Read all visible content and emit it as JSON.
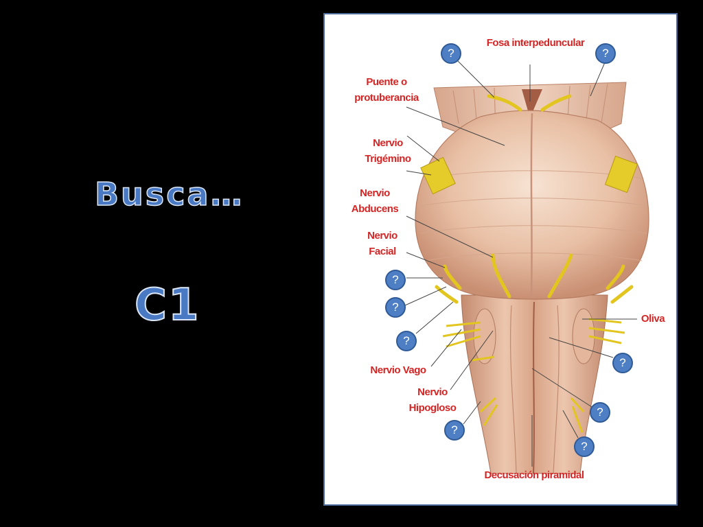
{
  "slide": {
    "heading": "Busca…",
    "code": "C1"
  },
  "diagram": {
    "labels": {
      "fosa": "Fosa interpeduncular",
      "puente": "Puente o\nprotuberancia",
      "trigemino": "Nervio\nTrigémino",
      "abducens": "Nervio\nAbducens",
      "facial": "Nervio\nFacial",
      "oliva": "Oliva",
      "vago": "Nervio Vago",
      "hipogloso": "Nervio\nHipogloso",
      "decusacion": "Decusación piramidal"
    },
    "unknown_marker": "?",
    "colors": {
      "label": "#d42525",
      "marker_fill": "#4e7fc5",
      "heading": "#4a79c4",
      "panel_border": "#4f6d9c"
    }
  }
}
